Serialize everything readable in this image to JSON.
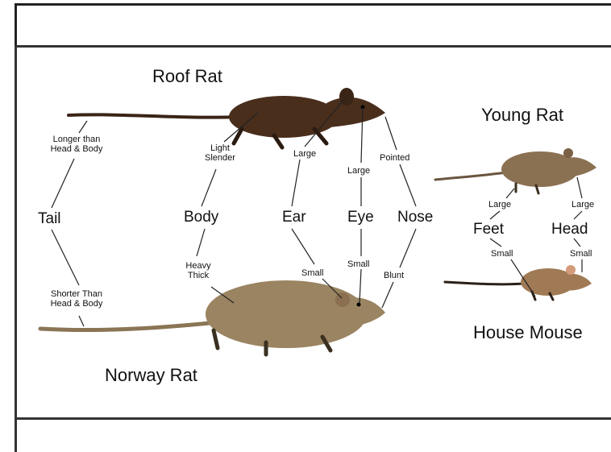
{
  "titles": {
    "roof_rat": "Roof Rat",
    "norway_rat": "Norway Rat",
    "young_rat": "Young Rat",
    "house_mouse": "House Mouse"
  },
  "categories": {
    "tail": "Tail",
    "body": "Body",
    "ear": "Ear",
    "eye": "Eye",
    "nose": "Nose",
    "feet": "Feet",
    "head": "Head"
  },
  "roof_traits": {
    "tail_1": "Longer than",
    "tail_2": "Head & Body",
    "body_1": "Light",
    "body_2": "Slender",
    "ear": "Large",
    "eye": "Large",
    "nose": "Pointed"
  },
  "norway_traits": {
    "tail_1": "Shorter Than",
    "tail_2": "Head & Body",
    "body_1": "Heavy",
    "body_2": "Thick",
    "ear": "Small",
    "eye": "Small",
    "nose": "Blunt"
  },
  "young_traits": {
    "feet": "Large",
    "head": "Large"
  },
  "mouse_traits": {
    "feet": "Small",
    "head": "Small"
  },
  "colors": {
    "roof_rat": "#4a2e1c",
    "norway_rat": "#9a8461",
    "young_rat": "#8a7152",
    "house_mouse": "#a07a55",
    "frame": "#333333"
  }
}
